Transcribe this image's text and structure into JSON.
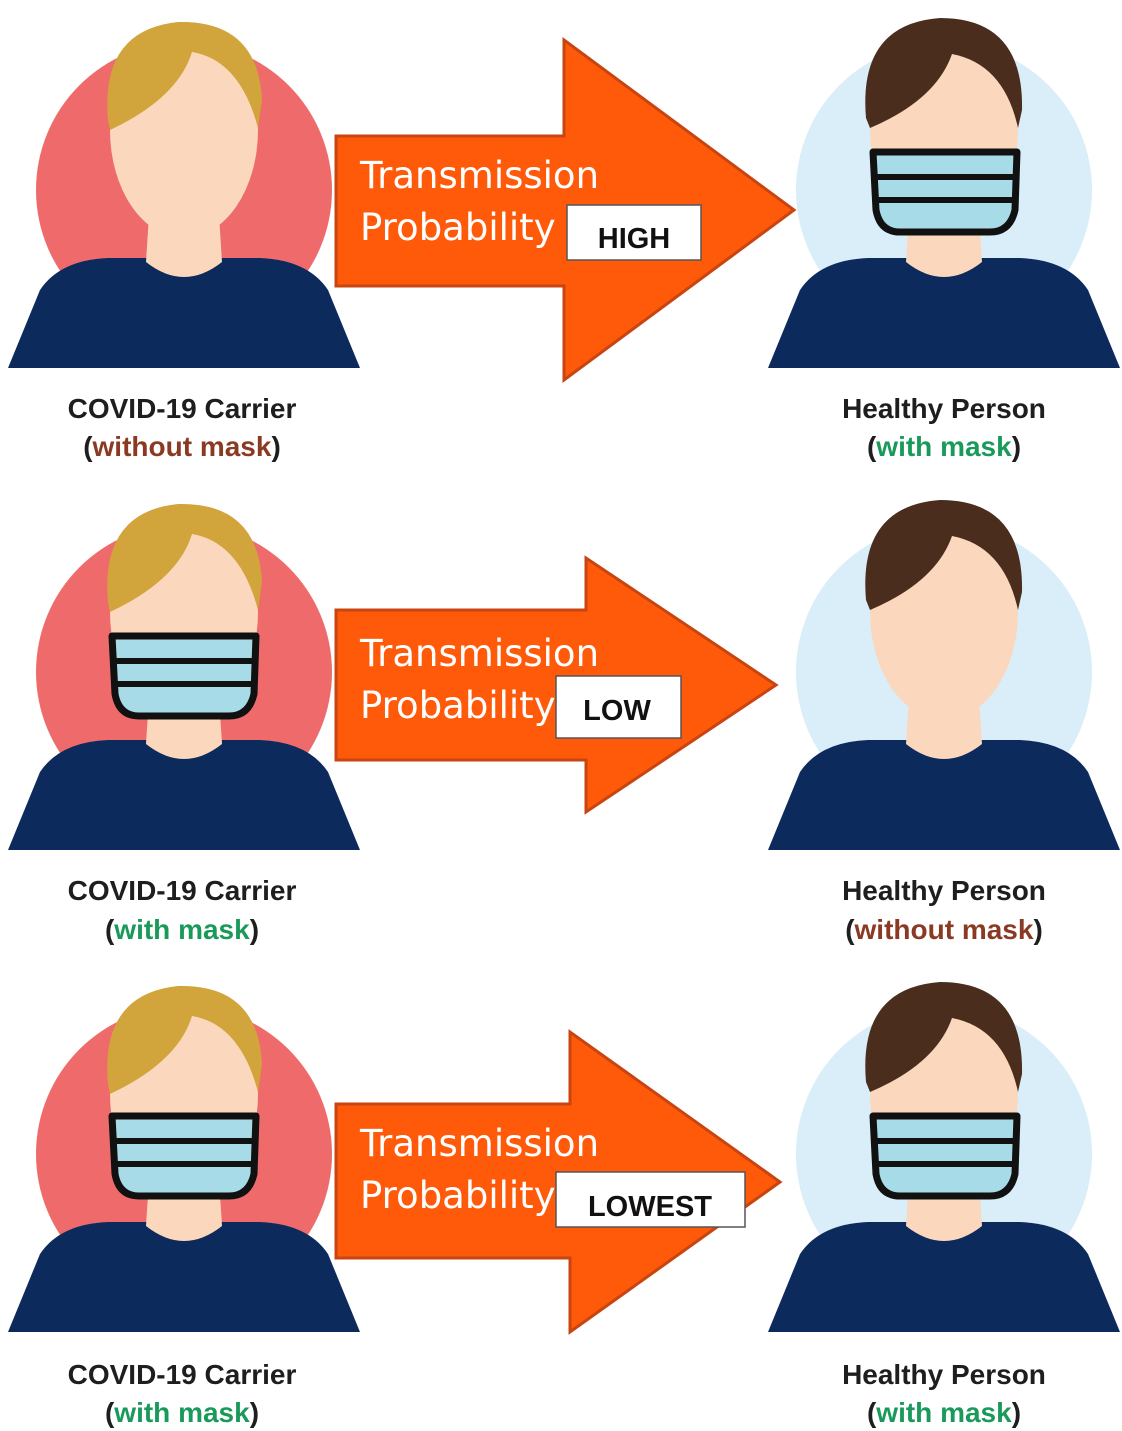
{
  "colors": {
    "carrier_circle": "#ef6b6b",
    "healthy_circle": "#d9eef8",
    "carrier_hair": "#d2a43c",
    "healthy_hair": "#4a2d1c",
    "skin": "#fbd8bd",
    "shirt": "#0c2a5c",
    "mask": "#a8dbe8",
    "arrow": "#ff5a0a",
    "arrow_outline": "#c84410",
    "without_mask_text": "#8a3a22",
    "with_mask_text": "#1a9a5a"
  },
  "rows": [
    {
      "carrier": {
        "title": "COVID-19 Carrier",
        "open": "(",
        "status": "without mask",
        "close": ")",
        "masked": false
      },
      "healthy": {
        "title": "Healthy Person",
        "open": "(",
        "status": "with mask",
        "close": ")",
        "masked": true
      },
      "arrow": {
        "line1": "Transmission",
        "line2": "Probability",
        "level": "HIGH"
      }
    },
    {
      "carrier": {
        "title": "COVID-19 Carrier",
        "open": "(",
        "status": "with mask",
        "close": ")",
        "masked": true
      },
      "healthy": {
        "title": "Healthy Person",
        "open": "(",
        "status": "without mask",
        "close": ")",
        "masked": false
      },
      "arrow": {
        "line1": "Transmission",
        "line2": "Probability",
        "level": "LOW"
      }
    },
    {
      "carrier": {
        "title": "COVID-19 Carrier",
        "open": "(",
        "status": "with mask",
        "close": ")",
        "masked": true
      },
      "healthy": {
        "title": "Healthy Person",
        "open": "(",
        "status": "with mask",
        "close": ")",
        "masked": true
      },
      "arrow": {
        "line1": "Transmission",
        "line2": "Probability",
        "level": "LOWEST"
      }
    }
  ]
}
